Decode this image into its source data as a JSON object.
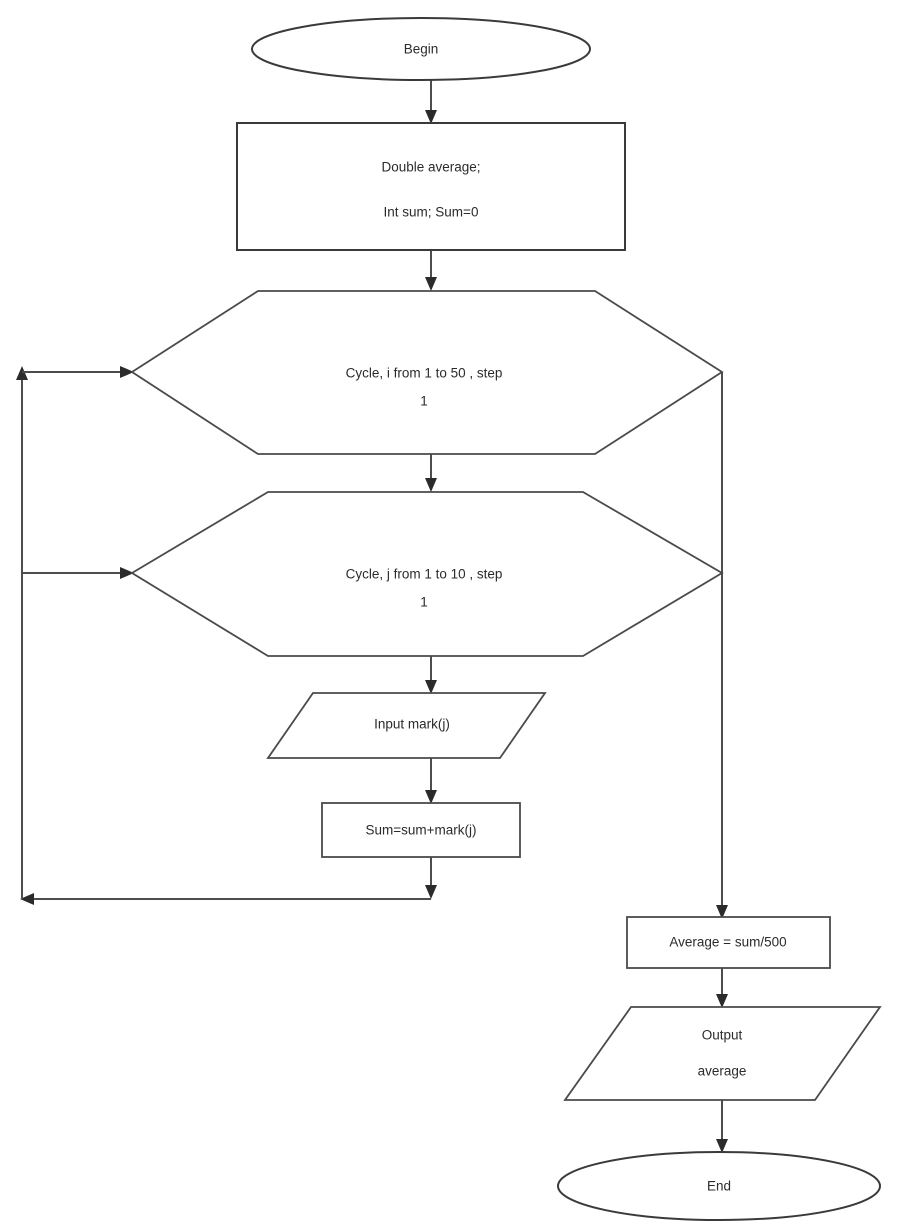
{
  "diagram": {
    "title": "Average of marks flowchart",
    "type": "flowchart",
    "background_color": "#ffffff",
    "line_color": "#4d4d4d",
    "text_color": "#2b2b2b",
    "nodes": {
      "begin": {
        "shape": "ellipse",
        "label": "Begin"
      },
      "declare": {
        "shape": "rectangle",
        "line1": "Double average;",
        "line2": "Int sum; Sum=0"
      },
      "outer_loop": {
        "shape": "hexagon",
        "line1": "Cycle, i from 1 to 50 , step",
        "line2": "1"
      },
      "inner_loop": {
        "shape": "hexagon",
        "line1": "Cycle, j from 1 to 10 , step",
        "line2": "1"
      },
      "input_mark": {
        "shape": "parallelogram",
        "label": "Input mark(j)"
      },
      "accumulate": {
        "shape": "rectangle",
        "label": "Sum=sum+mark(j)"
      },
      "average": {
        "shape": "rectangle",
        "label": "Average = sum/500"
      },
      "output_average": {
        "shape": "parallelogram",
        "line1": "Output",
        "line2": "average"
      },
      "end": {
        "shape": "ellipse",
        "label": "End"
      }
    },
    "edges": [
      {
        "name": "begin-to-declare",
        "from": "begin",
        "to": "declare",
        "label": ""
      },
      {
        "name": "declare-to-outer-loop",
        "from": "declare",
        "to": "outer_loop",
        "label": ""
      },
      {
        "name": "outer-loop-to-inner-loop",
        "from": "outer_loop",
        "to": "inner_loop",
        "label": ""
      },
      {
        "name": "inner-loop-to-input",
        "from": "inner_loop",
        "to": "input_mark",
        "label": ""
      },
      {
        "name": "input-to-accumulate",
        "from": "input_mark",
        "to": "accumulate",
        "label": ""
      },
      {
        "name": "accumulate-loop-back",
        "from": "accumulate",
        "to": "outer_loop",
        "label": ""
      },
      {
        "name": "loop-back-to-inner-loop",
        "from": "accumulate",
        "to": "inner_loop",
        "label": ""
      },
      {
        "name": "outer-loop-exit-to-average",
        "from": "outer_loop",
        "to": "average",
        "label": ""
      },
      {
        "name": "average-to-output",
        "from": "average",
        "to": "output_average",
        "label": ""
      },
      {
        "name": "output-to-end",
        "from": "output_average",
        "to": "end",
        "label": ""
      }
    ]
  }
}
